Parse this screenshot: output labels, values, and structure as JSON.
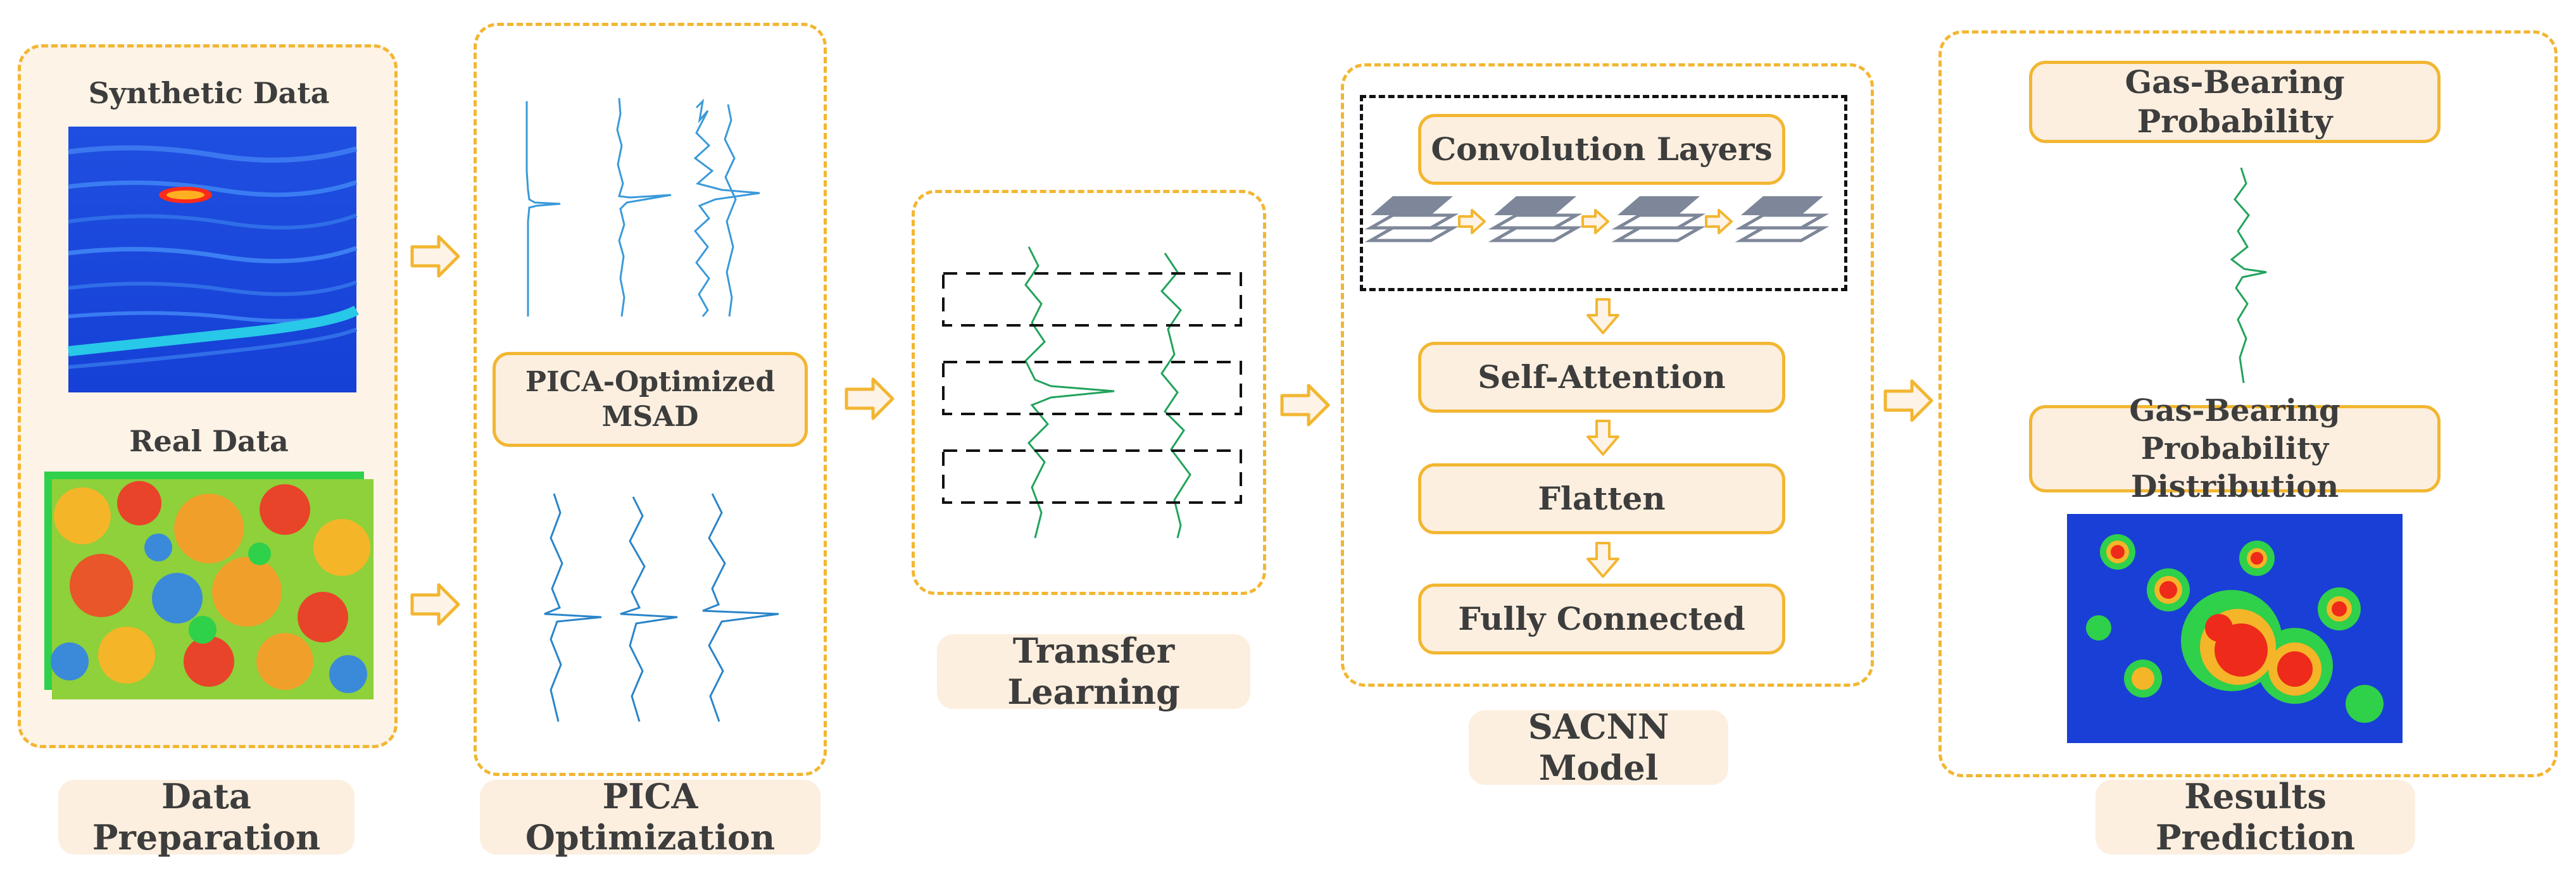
{
  "stages": {
    "data_preparation": "Data Preparation",
    "pica_optimization": "PICA Optimization",
    "transfer_learning": "Transfer Learning",
    "sacnn_model": "SACNN Model",
    "results_prediction": "Results Prediction"
  },
  "data_prep": {
    "synthetic_label": "Synthetic Data",
    "real_label": "Real Data"
  },
  "pica": {
    "box_label": "PICA-Optimized MSAD"
  },
  "sacnn": {
    "conv_label": "Convolution Layers",
    "attention_label": "Self-Attention",
    "flatten_label": "Flatten",
    "fc_label": "Fully Connected"
  },
  "results": {
    "probability_label": "Gas-Bearing Probability",
    "distribution_label": "Gas-Bearing Probability Distribution"
  },
  "colors": {
    "accent": "#f2b631",
    "panel_fill": "#fdf3e6",
    "chip_fill": "#fcefdf",
    "trace_blue": "#3a9ad9",
    "trace_green": "#1f9e5a"
  }
}
